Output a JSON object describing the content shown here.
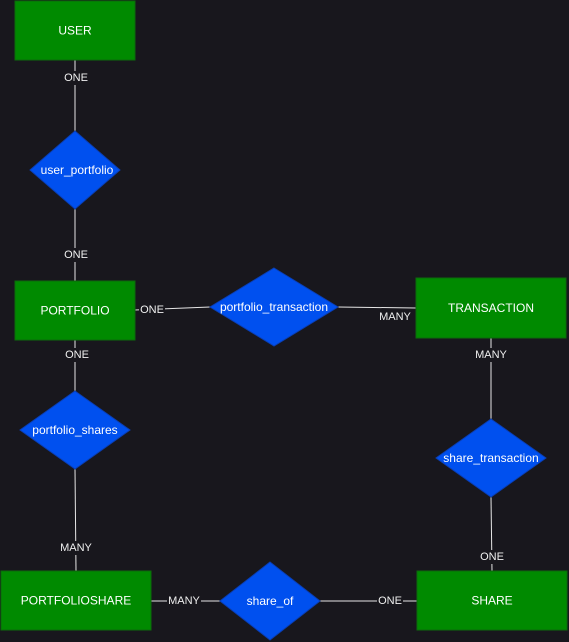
{
  "entities": {
    "user": "USER",
    "portfolio": "PORTFOLIO",
    "transaction": "TRANSACTION",
    "portfolioshare": "PORTFOLIOSHARE",
    "share": "SHARE"
  },
  "relationships": {
    "user_portfolio": "user_portfolio",
    "portfolio_transaction": "portfolio_transaction",
    "portfolio_shares": "portfolio_shares",
    "share_transaction": "share_transaction",
    "share_of": "share_of"
  },
  "cardinalities": {
    "user_to_user_portfolio": "ONE",
    "user_portfolio_to_portfolio": "ONE",
    "portfolio_to_portfolio_transaction": "ONE",
    "portfolio_transaction_to_transaction": "MANY",
    "portfolio_to_portfolio_shares": "ONE",
    "portfolio_shares_to_portfolioshare": "MANY",
    "transaction_to_share_transaction": "MANY",
    "share_transaction_to_share": "ONE",
    "portfolioshare_to_share_of": "MANY",
    "share_of_to_share": "ONE"
  },
  "colors": {
    "background": "#18171d",
    "entity_fill": "#008a00",
    "relationship_fill": "#0050ef",
    "edge": "#e6e6e6",
    "text": "#ffffff"
  }
}
